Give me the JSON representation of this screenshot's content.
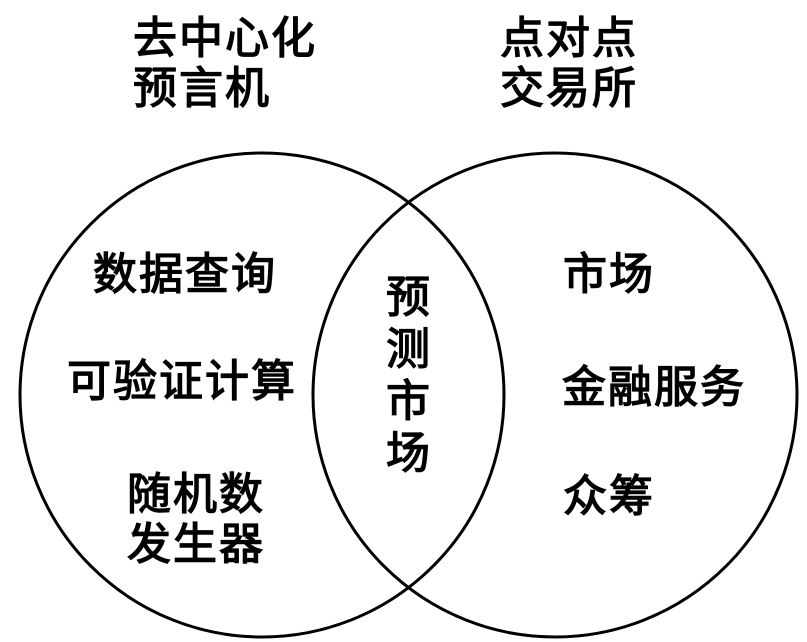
{
  "titles": {
    "left": [
      "去中心化",
      "预言机"
    ],
    "right": [
      "点对点",
      "交易所"
    ]
  },
  "left_items": [
    "数据查询",
    "可验证计算",
    "随机数\n发生器"
  ],
  "right_items": [
    "市场",
    "金融服务",
    "众筹"
  ],
  "intersection": "预测市场",
  "colors": {
    "outline": "#000000",
    "background": "#ffffff",
    "text": "#000000"
  }
}
